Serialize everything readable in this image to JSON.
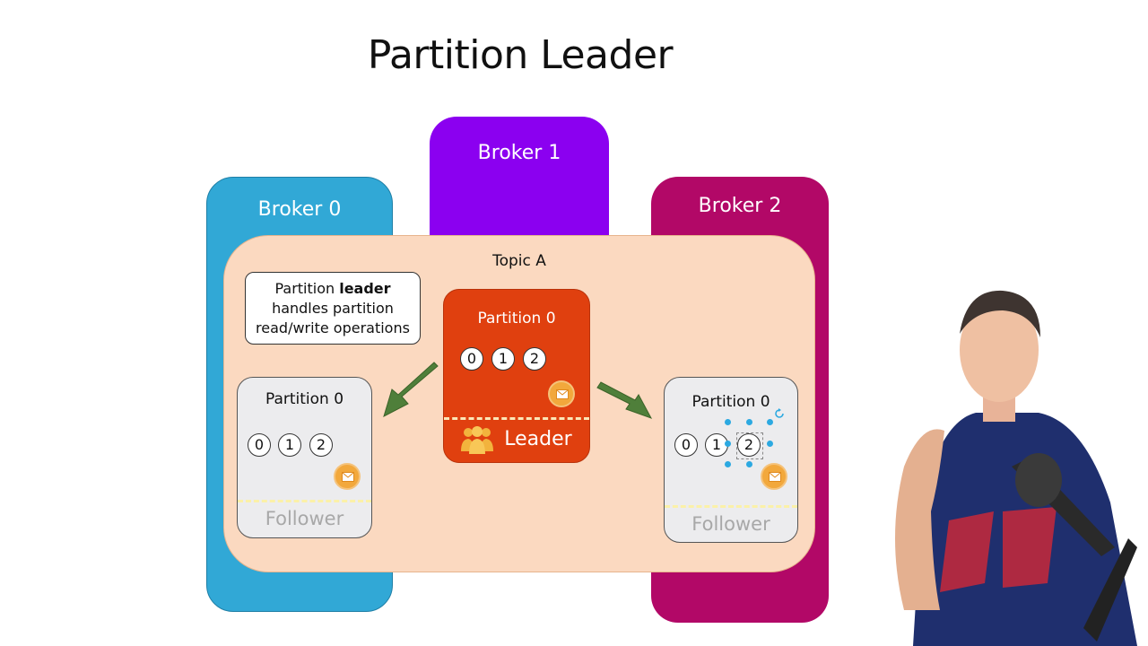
{
  "title": "Partition Leader",
  "brokers": [
    {
      "label": "Broker 0",
      "color": "#31a8d6"
    },
    {
      "label": "Broker 1",
      "color": "#8b00f0"
    },
    {
      "label": "Broker 2",
      "color": "#b20867"
    }
  ],
  "topic": {
    "label": "Topic A",
    "color": "#fbd9c0"
  },
  "note": {
    "prefix": "Partition ",
    "bold": "leader",
    "line2": "handles partition",
    "line3": "read/write operations"
  },
  "leader_partition": {
    "title": "Partition 0",
    "offsets": [
      "0",
      "1",
      "2"
    ],
    "role": "Leader",
    "color": "#e0400f"
  },
  "follower_partitions": [
    {
      "title": "Partition 0",
      "offsets": [
        "0",
        "1",
        "2"
      ],
      "role": "Follower"
    },
    {
      "title": "Partition 0",
      "offsets": [
        "0",
        "1",
        "2"
      ],
      "role": "Follower"
    }
  ],
  "icons": [
    "envelope-icon",
    "users-icon",
    "arrow-left-down-icon",
    "arrow-right-down-icon",
    "refresh-icon"
  ],
  "arrow_color": "#4f7f3a",
  "mail_color": "#f2a83c",
  "leader_icon_color": "#f2b33d"
}
